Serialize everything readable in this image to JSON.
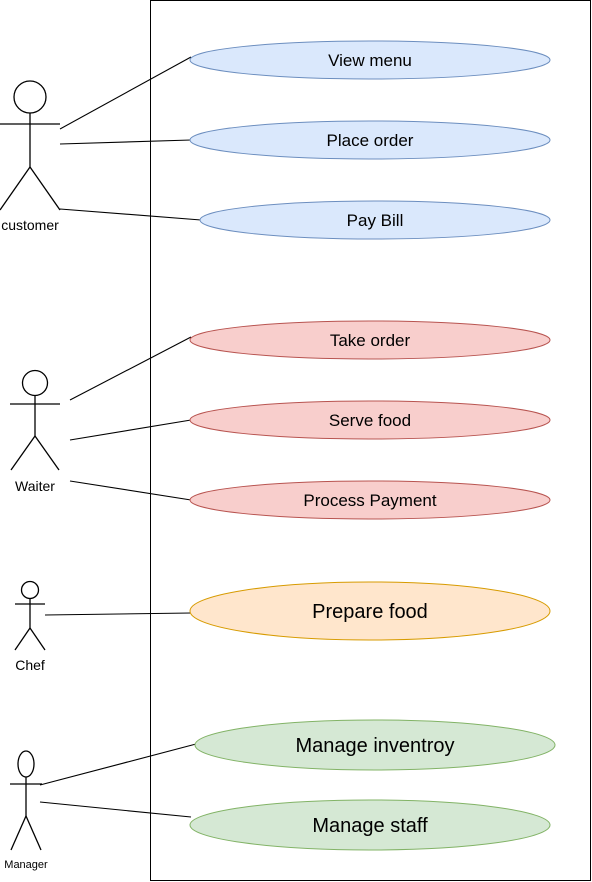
{
  "colors": {
    "customer_fill": "#dae8fc",
    "customer_stroke": "#6c8ebf",
    "waiter_fill": "#f8cecc",
    "waiter_stroke": "#b85450",
    "chef_fill": "#ffe6cc",
    "chef_stroke": "#d79b00",
    "manager_fill": "#d5e8d4",
    "manager_stroke": "#82b366"
  },
  "actors": {
    "customer": "customer",
    "waiter": "Waiter",
    "chef": "Chef",
    "manager": "Manager"
  },
  "use_cases": {
    "view_menu": "View menu",
    "place_order": "Place order",
    "pay_bill": "Pay Bill",
    "take_order": "Take order",
    "serve_food": "Serve food",
    "process_payment": "Process Payment",
    "prepare_food": "Prepare food",
    "manage_inventory": "Manage inventroy",
    "manage_staff": "Manage staff"
  }
}
